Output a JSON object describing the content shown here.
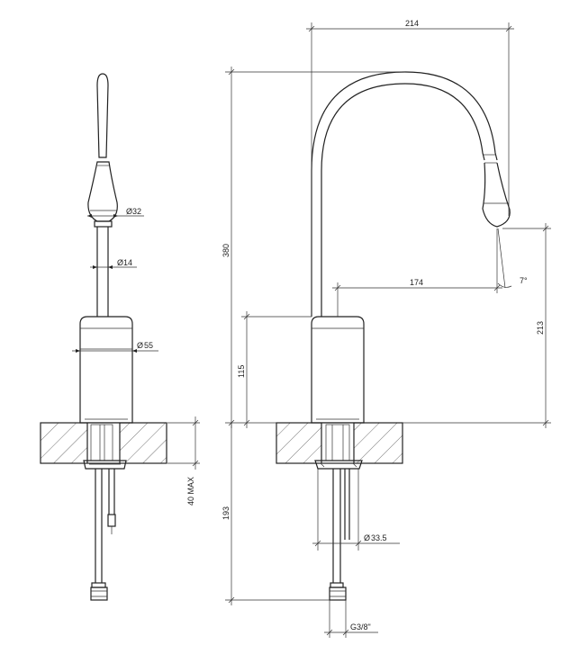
{
  "dimensions": {
    "width_214": "214",
    "height_380": "380",
    "reach_174": "174",
    "angle_7": "7°",
    "spout_213": "213",
    "body_115": "115",
    "below_193": "193",
    "deck_40max": "40 MAX",
    "dia_32": "32",
    "dia_14": "14",
    "dia_55": "55",
    "dia_33_5": "33.5",
    "thread_g38": "G3/8\""
  },
  "symbols": {
    "diameter": "Ø"
  },
  "colors": {
    "line": "#222222",
    "background": "#ffffff"
  }
}
